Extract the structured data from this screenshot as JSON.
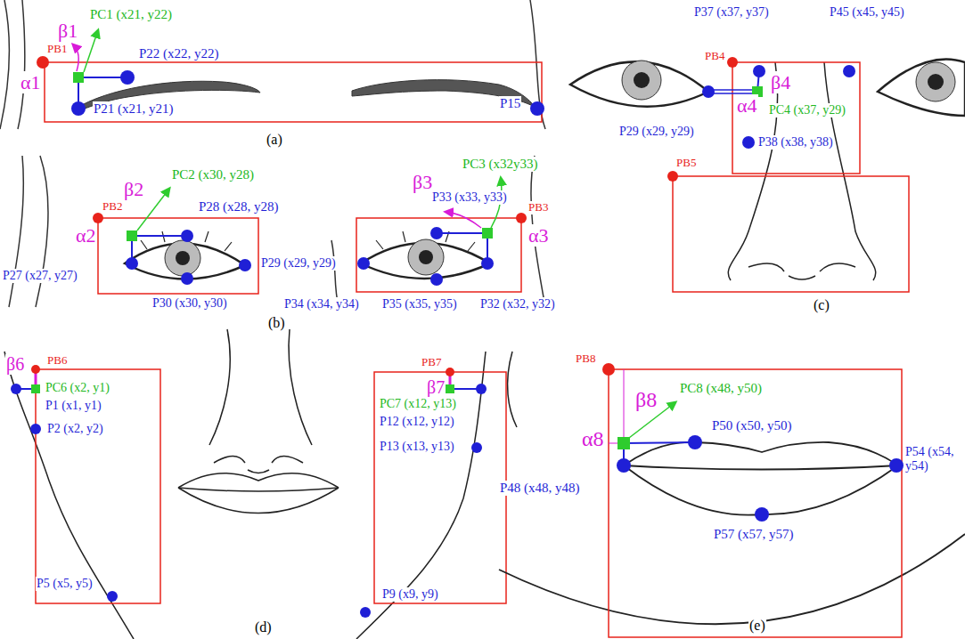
{
  "diagram": {
    "labels": [
      "PB1",
      "β1",
      "PC1 (x21, y22)",
      "P22 (x22, y22)",
      "α1",
      "P21 (x21, y21)",
      "P15",
      "(a)",
      "PB2",
      "β2",
      "PC2 (x30, y28)",
      "P28 (x28, y28)",
      "α2",
      "P27 (x27, y27)",
      "P30 (x30, y30)",
      "P29 (x29, y29)",
      "β3",
      "P33 (x33, y33)",
      "PC3 (x32y33)",
      "PB3",
      "α3",
      "P34 (x34, y34)",
      "P35 (x35, y35)",
      "P32 (x32, y32)",
      "(b)",
      "P37 (x37, y37)",
      "P45 (x45, y45)",
      "PB4",
      "β4",
      "α4",
      "PC4 (x37, y29)",
      "P29 (x29, y29)",
      "P38 (x38, y38)",
      "PB5",
      "(c)",
      "PB6",
      "β6",
      "PC6 (x2, y1)",
      "P1 (x1, y1)",
      "P2 (x2, y2)",
      "P5 (x5, y5)",
      "PB7",
      "β7",
      "PC7 (x12, y13)",
      "P12 (x12, y12)",
      "P13 (x13, y13)",
      "P9 (x9, y9)",
      "(d)",
      "PB8",
      "β8",
      "PC8 (x48, y50)",
      "α8",
      "P50 (x50, y50)",
      "P48 (x48, y48)",
      "P54 (x54, y54)",
      "P57 (x57, y57)",
      "(e)"
    ]
  }
}
